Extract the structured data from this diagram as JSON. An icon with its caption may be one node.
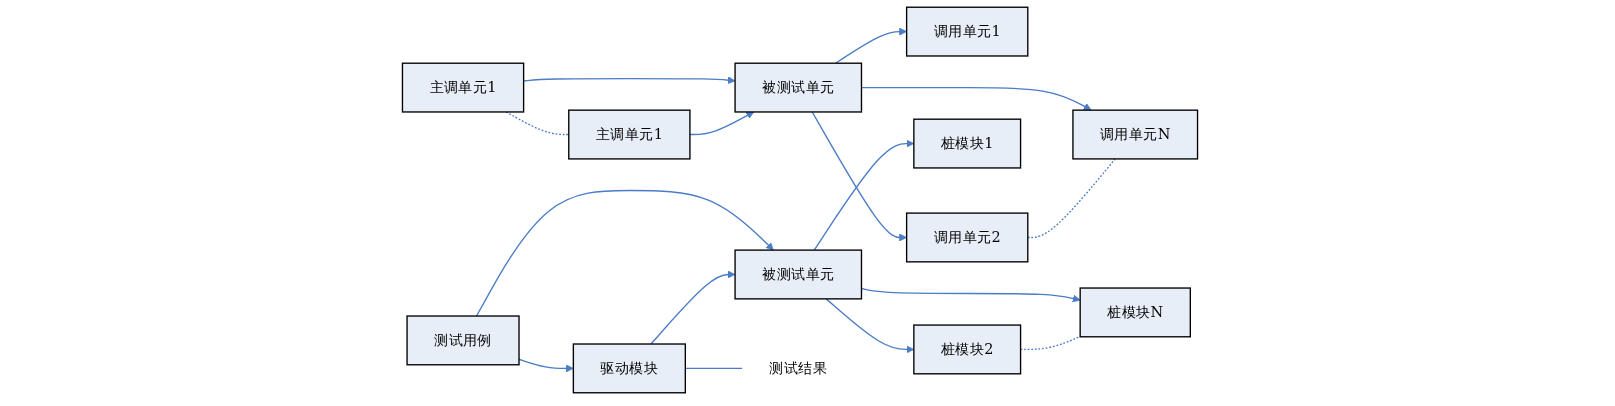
{
  "diagram": {
    "nodes": [
      {
        "text": [
          "主调单元1"
        ]
      },
      {
        "text": [
          "主调单元1"
        ]
      },
      {
        "text": [
          "被测试单元"
        ]
      },
      {
        "text": [
          "调用单元1"
        ]
      },
      {
        "text": [
          "调用单元2"
        ]
      },
      {
        "text": [
          "调用单元N"
        ]
      },
      {
        "text": [
          "测试用例"
        ]
      },
      {
        "text": [
          "驱动模块"
        ]
      },
      {
        "text": [
          "被测试单元"
        ]
      },
      {
        "text": [
          "桩模块1"
        ]
      },
      {
        "text": [
          "桩模块2"
        ]
      },
      {
        "text": [
          "桩模块N"
        ]
      },
      {
        "text": [
          "测试结果"
        ]
      }
    ],
    "edges": [
      {
        "from": 0,
        "to": 1,
        "arrow": "none",
        "style": "dashed"
      },
      {
        "from": 0,
        "to": 2,
        "arrow": "to"
      },
      {
        "from": 1,
        "to": 2,
        "arrow": "to"
      },
      {
        "from": 2,
        "to": 3,
        "arrow": "to"
      },
      {
        "from": 2,
        "to": 4,
        "arrow": "to"
      },
      {
        "from": 2,
        "to": 5,
        "arrow": "to"
      },
      {
        "from": 4,
        "to": 5,
        "arrow": "none",
        "style": "dashed"
      },
      {
        "from": 6,
        "to": 7,
        "arrow": "to"
      },
      {
        "from": 6,
        "to": 8,
        "arrow": "to"
      },
      {
        "from": 7,
        "to": 8,
        "arrow": "to"
      },
      {
        "from": 7,
        "to": 12,
        "arrow": "none"
      },
      {
        "from": 8,
        "to": 9,
        "arrow": "to"
      },
      {
        "from": 8,
        "to": 10,
        "arrow": "to"
      },
      {
        "from": 8,
        "to": 11,
        "arrow": "to"
      },
      {
        "from": 10,
        "to": 11,
        "arrow": "none",
        "style": "dashed"
      }
    ]
  }
}
